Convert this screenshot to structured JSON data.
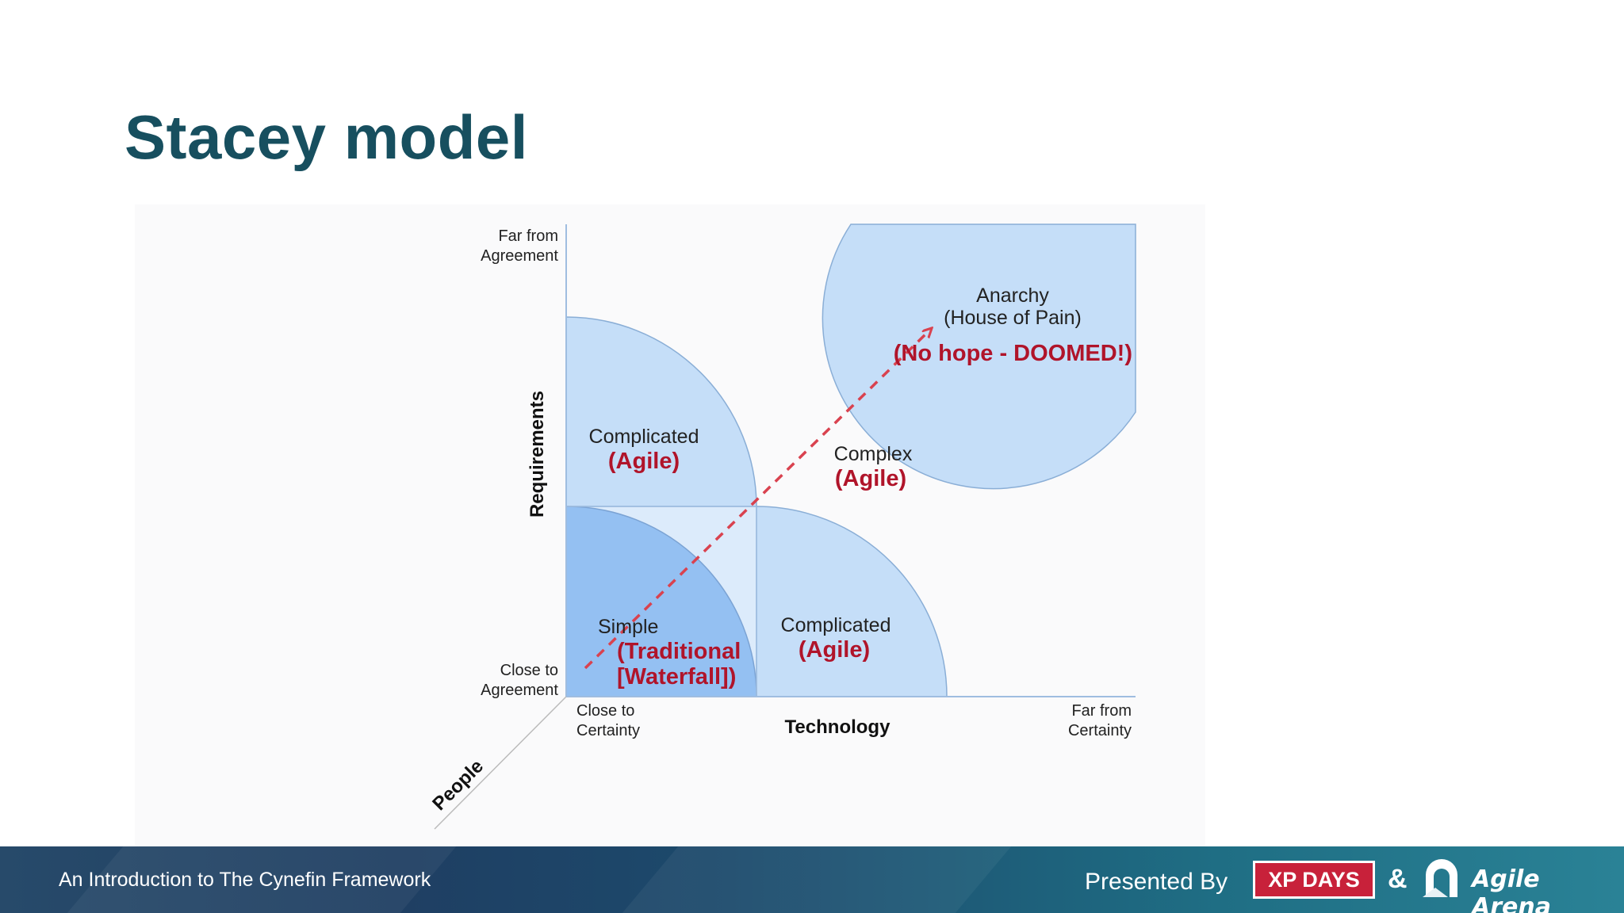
{
  "slide": {
    "title": "Stacey model"
  },
  "diagram": {
    "y_axis_title": "Requirements",
    "x_axis_title": "Technology",
    "z_axis_title": "People",
    "y_top_label": [
      "Far from",
      "Agreement"
    ],
    "y_bottom_label": [
      "Close to",
      "Agreement"
    ],
    "x_left_label": [
      "Close to",
      "Certainty"
    ],
    "x_right_label": [
      "Far from",
      "Certainty"
    ],
    "regions": {
      "simple": {
        "name": "Simple",
        "note_lines": [
          "(Traditional",
          "[Waterfall])"
        ]
      },
      "complicated_requirements": {
        "name": "Complicated",
        "note": "(Agile)"
      },
      "complicated_technology": {
        "name": "Complicated",
        "note": "(Agile)"
      },
      "complex": {
        "name": "Complex",
        "note": "(Agile)"
      },
      "anarchy": {
        "name": "Anarchy",
        "subtitle": "(House of Pain)",
        "note": "(No hope - DOOMED!)"
      }
    },
    "colors": {
      "simple_fill": "#94c0f2",
      "zone_fill": "#c5def8",
      "light_fill": "#dcebfb",
      "annotation_red": "#b0142a",
      "arrow_red": "#d9424f"
    }
  },
  "footer": {
    "left_text": "An Introduction to The Cynefin Framework",
    "presented_by": "Presented By",
    "xp_days_logo": "XP DAYS",
    "ampersand": "&",
    "agile_arena_logo": "Agile Arena"
  }
}
